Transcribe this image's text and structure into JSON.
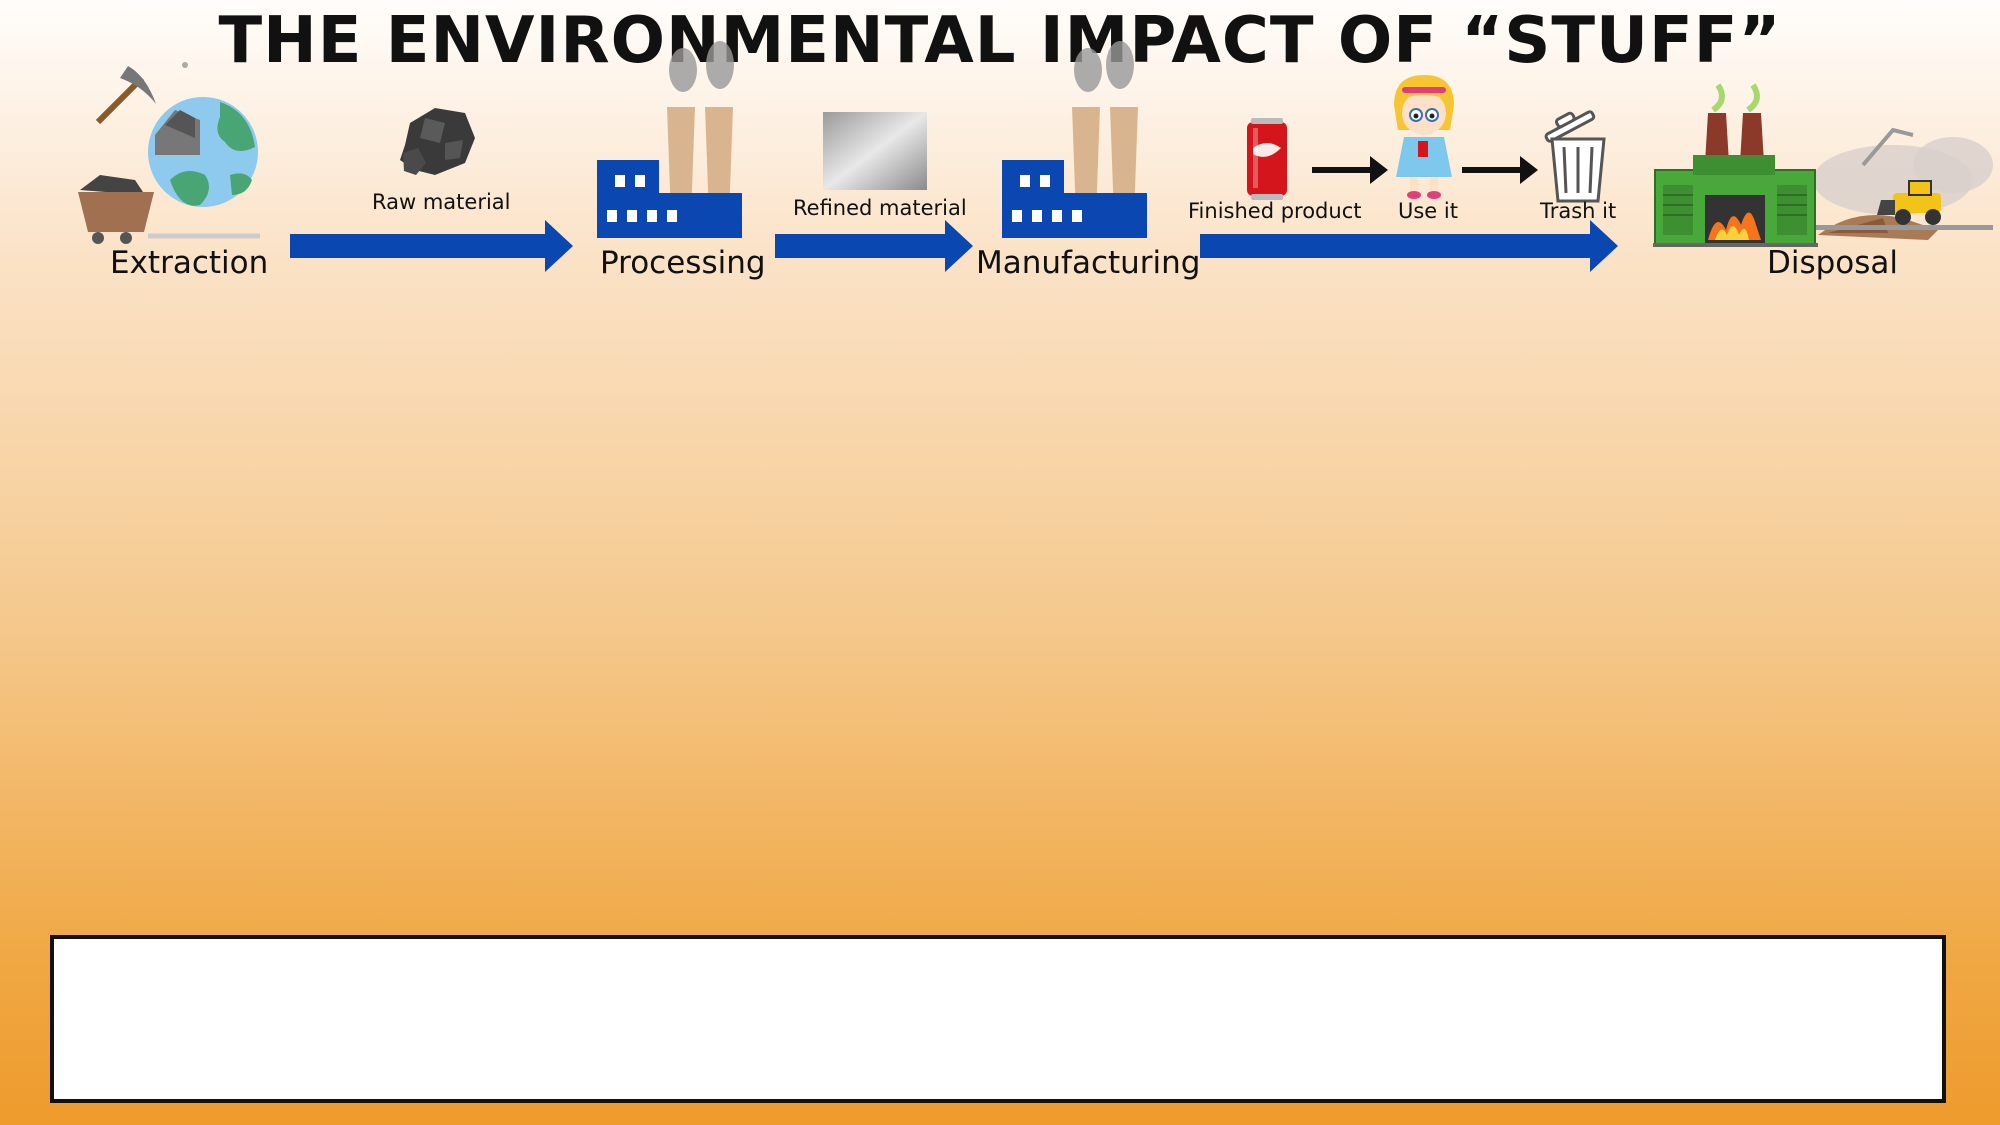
{
  "title": "THE ENVIRONMENTAL IMPACT OF “STUFF”",
  "stages": [
    {
      "id": "extraction",
      "label": "Extraction"
    },
    {
      "id": "processing",
      "label": "Processing"
    },
    {
      "id": "manufacturing",
      "label": "Manufacturing"
    },
    {
      "id": "disposal",
      "label": "Disposal"
    }
  ],
  "items": {
    "raw_material": "Raw material",
    "refined_material": "Refined material",
    "finished_product": "Finished product",
    "use_it": "Use it",
    "trash_it": "Trash it"
  },
  "answer_box": {
    "value": ""
  },
  "colors": {
    "arrow": "#0b47b0",
    "factory": "#0b47b0",
    "chimney": "#d9b58f",
    "can": "#d4161c",
    "incinerator": "#49a83a"
  },
  "icons": [
    "mining-earth-icon",
    "coal-rock-icon",
    "factory-icon",
    "metal-sheet-icon",
    "factory-icon",
    "soda-can-icon",
    "girl-icon",
    "trash-can-icon",
    "incinerator-landfill-icon"
  ]
}
